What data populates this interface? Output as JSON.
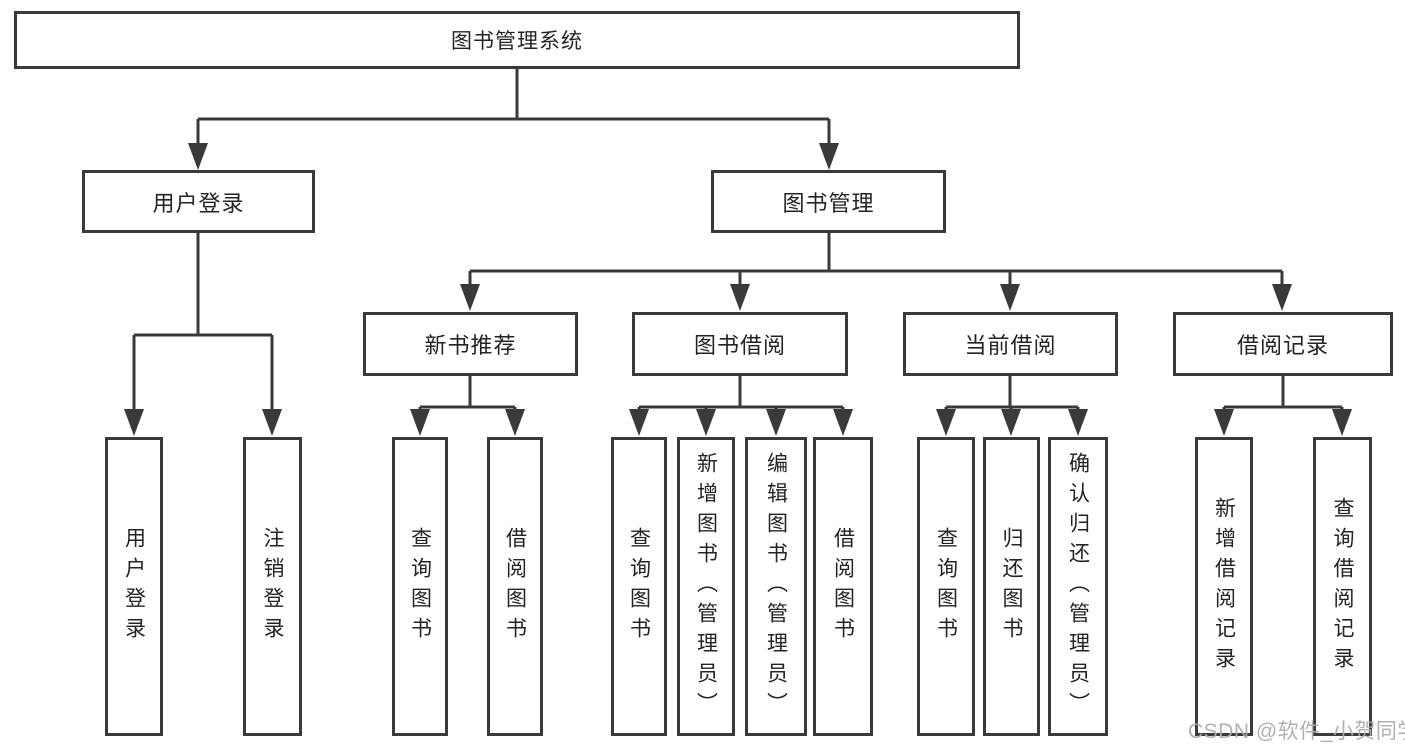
{
  "diagram": {
    "root_label": "图书管理系统",
    "user_login": {
      "label": "用户登录",
      "children": [
        "用户登录",
        "注销登录"
      ]
    },
    "book_mgmt": {
      "label": "图书管理",
      "groups": [
        {
          "label": "新书推荐",
          "children": [
            "查询图书",
            "借阅图书"
          ]
        },
        {
          "label": "图书借阅",
          "children": [
            "查询图书",
            "新增图书（管理员）",
            "编辑图书（管理员）",
            "借阅图书"
          ]
        },
        {
          "label": "当前借阅",
          "children": [
            "查询图书",
            "归还图书",
            "确认归还（管理员）"
          ]
        },
        {
          "label": "借阅记录",
          "children": [
            "新增借阅记录",
            "查询借阅记录"
          ]
        }
      ]
    }
  },
  "watermark": "CSDN @软件_小贺同学"
}
